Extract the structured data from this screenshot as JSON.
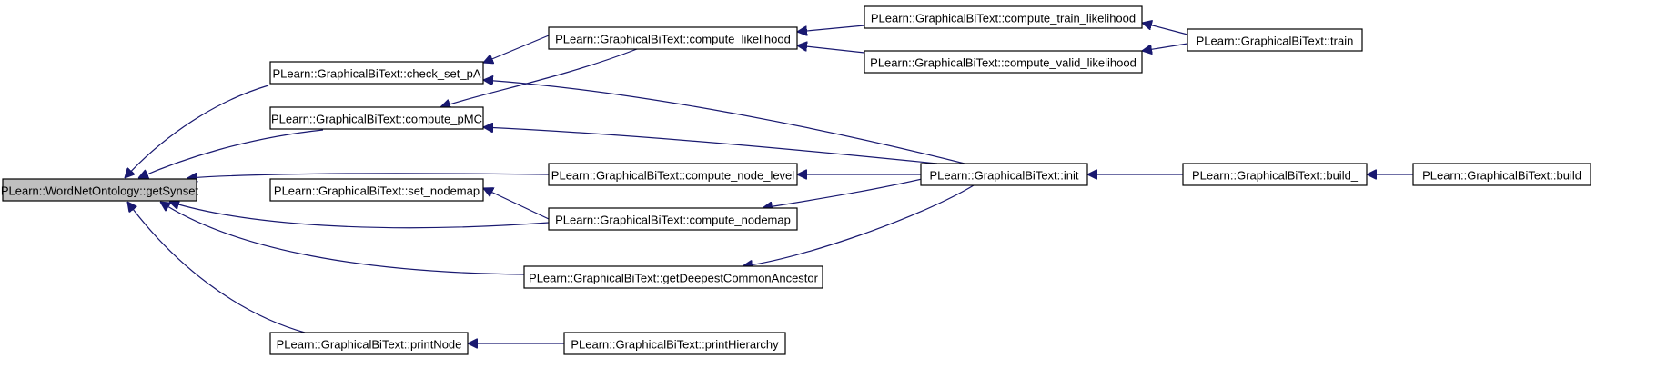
{
  "diagram": {
    "type": "call-graph",
    "colors": {
      "edge": "#191970",
      "focus_fill": "#bfbfbf",
      "node_fill": "#ffffff",
      "node_border": "#000000"
    },
    "nodes": [
      {
        "id": "getSynset",
        "label": "PLearn::WordNetOntology::getSynset",
        "focus": true
      },
      {
        "id": "check_set_pA",
        "label": "PLearn::GraphicalBiText::check_set_pA"
      },
      {
        "id": "compute_pMC",
        "label": "PLearn::GraphicalBiText::compute_pMC"
      },
      {
        "id": "set_nodemap",
        "label": "PLearn::GraphicalBiText::set_nodemap"
      },
      {
        "id": "printNode",
        "label": "PLearn::GraphicalBiText::printNode"
      },
      {
        "id": "compute_likelihood",
        "label": "PLearn::GraphicalBiText::compute_likelihood"
      },
      {
        "id": "compute_node_level",
        "label": "PLearn::GraphicalBiText::compute_node_level"
      },
      {
        "id": "compute_nodemap",
        "label": "PLearn::GraphicalBiText::compute_nodemap"
      },
      {
        "id": "getDeepestCommonAncestor",
        "label": "PLearn::GraphicalBiText::getDeepestCommonAncestor"
      },
      {
        "id": "printHierarchy",
        "label": "PLearn::GraphicalBiText::printHierarchy"
      },
      {
        "id": "compute_train_likelihood",
        "label": "PLearn::GraphicalBiText::compute_train_likelihood"
      },
      {
        "id": "compute_valid_likelihood",
        "label": "PLearn::GraphicalBiText::compute_valid_likelihood"
      },
      {
        "id": "init",
        "label": "PLearn::GraphicalBiText::init"
      },
      {
        "id": "train",
        "label": "PLearn::GraphicalBiText::train"
      },
      {
        "id": "build_",
        "label": "PLearn::GraphicalBiText::build_"
      },
      {
        "id": "build",
        "label": "PLearn::GraphicalBiText::build"
      }
    ],
    "edges": [
      {
        "from": "check_set_pA",
        "to": "getSynset"
      },
      {
        "from": "compute_pMC",
        "to": "getSynset"
      },
      {
        "from": "compute_node_level",
        "to": "getSynset"
      },
      {
        "from": "set_nodemap",
        "to": "getSynset"
      },
      {
        "from": "compute_nodemap",
        "to": "getSynset"
      },
      {
        "from": "getDeepestCommonAncestor",
        "to": "getSynset"
      },
      {
        "from": "printNode",
        "to": "getSynset"
      },
      {
        "from": "compute_likelihood",
        "to": "check_set_pA"
      },
      {
        "from": "init",
        "to": "check_set_pA"
      },
      {
        "from": "compute_likelihood",
        "to": "compute_pMC"
      },
      {
        "from": "init",
        "to": "compute_pMC"
      },
      {
        "from": "compute_nodemap",
        "to": "set_nodemap"
      },
      {
        "from": "printHierarchy",
        "to": "printNode"
      },
      {
        "from": "compute_train_likelihood",
        "to": "compute_likelihood"
      },
      {
        "from": "compute_valid_likelihood",
        "to": "compute_likelihood"
      },
      {
        "from": "init",
        "to": "compute_node_level"
      },
      {
        "from": "init",
        "to": "compute_nodemap"
      },
      {
        "from": "init",
        "to": "getDeepestCommonAncestor"
      },
      {
        "from": "train",
        "to": "compute_train_likelihood"
      },
      {
        "from": "train",
        "to": "compute_valid_likelihood"
      },
      {
        "from": "build_",
        "to": "init"
      },
      {
        "from": "build",
        "to": "build_"
      }
    ]
  }
}
